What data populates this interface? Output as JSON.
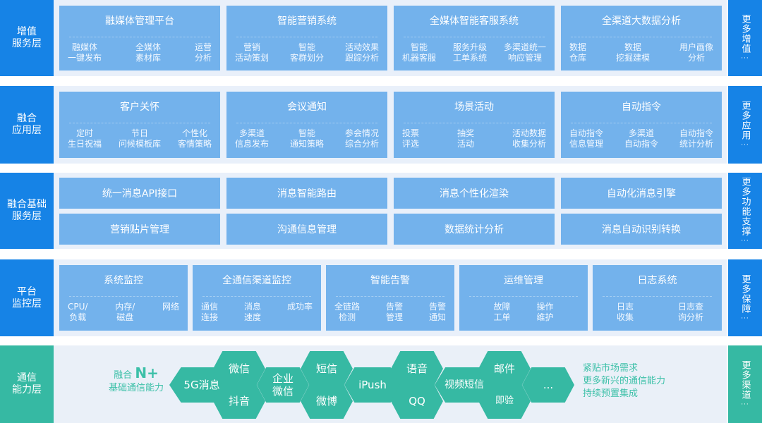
{
  "layers": [
    {
      "label": "增值\n服务层",
      "more": "更多增值",
      "cards": [
        {
          "title": "融媒体管理平台",
          "subs": [
            "融媒体\n一键发布",
            "全媒体\n素材库",
            "运营\n分析"
          ]
        },
        {
          "title": "智能营销系统",
          "subs": [
            "营销\n活动策划",
            "智能\n客群划分",
            "活动效果\n跟踪分析"
          ]
        },
        {
          "title": "全媒体智能客服系统",
          "subs": [
            "智能\n机器客服",
            "服务升级\n工单系统",
            "多渠道统一\n响应管理"
          ]
        },
        {
          "title": "全渠道大数据分析",
          "subs": [
            "数据\n仓库",
            "数据\n挖掘建模",
            "用户画像\n分析"
          ]
        }
      ]
    },
    {
      "label": "融合\n应用层",
      "more": "更多应用",
      "cards": [
        {
          "title": "客户关怀",
          "subs": [
            "定时\n生日祝福",
            "节日\n问候模板库",
            "个性化\n客情策略"
          ]
        },
        {
          "title": "会议通知",
          "subs": [
            "多渠道\n信息发布",
            "智能\n通知策略",
            "参会情况\n综合分析"
          ]
        },
        {
          "title": "场景活动",
          "subs": [
            "投票\n评选",
            "抽奖\n活动",
            "活动数据\n收集分析"
          ]
        },
        {
          "title": "自动指令",
          "subs": [
            "自动指令\n信息管理",
            "多渠道\n自动指令",
            "自动指令\n统计分析"
          ]
        }
      ]
    },
    {
      "label": "融合基础\n服务层",
      "more": "更多功能支撑",
      "items": [
        "统一消息API接口",
        "消息智能路由",
        "消息个性化渲染",
        "自动化消息引擎",
        "营销贴片管理",
        "沟通信息管理",
        "数据统计分析",
        "消息自动识别转换"
      ]
    },
    {
      "label": "平台\n监控层",
      "more": "更多保障",
      "cards": [
        {
          "title": "系统监控",
          "subs": [
            "CPU/\n负载",
            "内存/\n磁盘",
            "网络"
          ]
        },
        {
          "title": "全通信渠道监控",
          "subs": [
            "通信\n连接",
            "消息\n速度",
            "成功率"
          ]
        },
        {
          "title": "智能告警",
          "subs": [
            "全链路\n检测",
            "告警\n管理",
            "告警\n通知"
          ]
        },
        {
          "title": "运维管理",
          "subs": [
            "故障\n工单",
            "操作\n维护"
          ]
        },
        {
          "title": "日志系统",
          "subs": [
            "日志\n收集",
            "日志查\n询分析"
          ]
        }
      ]
    },
    {
      "label": "通信\n能力层",
      "more": "更多渠道",
      "slogan": {
        "prefix": "融合",
        "big": "N+",
        "line2": "基础通信能力"
      },
      "channels": [
        "5G消息",
        "微信",
        "抖音",
        "企业\n微信",
        "短信",
        "微博",
        "iPush",
        "语音",
        "QQ",
        "视频短信",
        "邮件",
        "即验",
        "..."
      ],
      "market": [
        "紧贴市场需求",
        "更多新兴的通信能力",
        "持续预置集成"
      ]
    }
  ],
  "more_dots": "···",
  "colors": {
    "layer_blue": "#1683e6",
    "card_blue": "#73b2ec",
    "teal": "#36b9a3",
    "bg": "#e9f0fa"
  }
}
